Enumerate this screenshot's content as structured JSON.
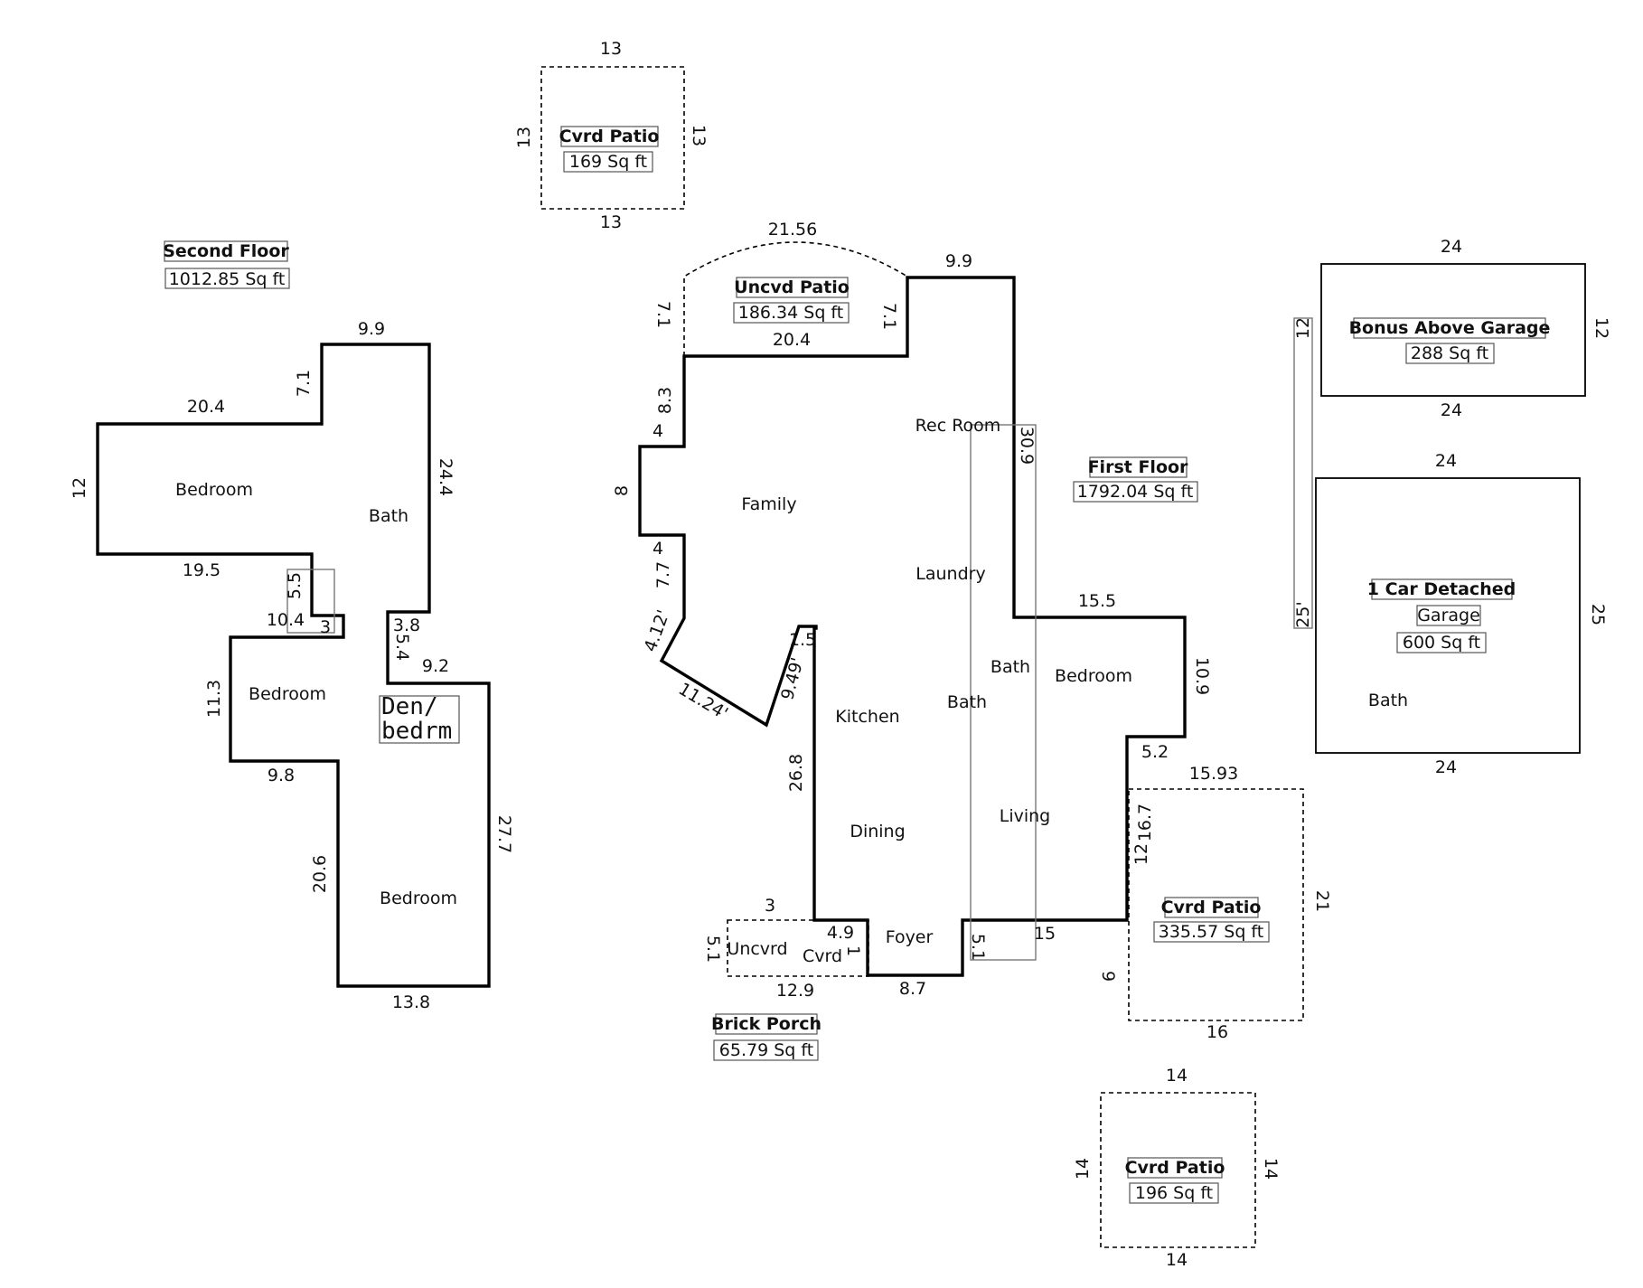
{
  "second_floor": {
    "title": "Second Floor",
    "area": "1012.85 Sq ft",
    "rooms": [
      "Bedroom",
      "Bath",
      "Bedroom",
      "Den/",
      "bedrm",
      "Bedroom"
    ],
    "dims": [
      "9.9",
      "7.1",
      "20.4",
      "12",
      "24.4",
      "19.5",
      "5.5",
      "10.4",
      "3",
      "3.8",
      "5.4",
      "9.2",
      "11.3",
      "9.8",
      "20.6",
      "27.7",
      "13.8"
    ]
  },
  "cvrd_patio_top": {
    "title": "Cvrd Patio",
    "area": "169 Sq ft",
    "dims": [
      "13",
      "13",
      "13",
      "13"
    ]
  },
  "uncvd_patio": {
    "title": "Uncvd Patio",
    "area": "186.34 Sq ft",
    "dims": [
      "21.56",
      "7.1",
      "7.1",
      "20.4",
      "9.9"
    ]
  },
  "first_floor": {
    "title": "First Floor",
    "area": "1792.04 Sq ft",
    "rooms": [
      "Rec Room",
      "Family",
      "Laundry",
      "Bath",
      "Bath",
      "Bedroom",
      "Kitchen",
      "Dining",
      "Living",
      "Foyer",
      "Uncvrd",
      "Cvrd"
    ],
    "dims": [
      "30.9",
      "8.3",
      "4",
      "8",
      "4",
      "7.7",
      "4.12'",
      "11.24'",
      "1.5",
      "9.49'",
      "26.8",
      "15.5",
      "10.9",
      "5.2",
      "12",
      "16.7",
      "3",
      "5.1",
      "4.9",
      "1",
      "5.1",
      "15",
      "12.9",
      "8.7"
    ]
  },
  "brick_porch": {
    "title": "Brick Porch",
    "area": "65.79 Sq ft"
  },
  "cvrd_patio_right": {
    "title": "Cvrd Patio",
    "area": "335.57 Sq ft",
    "dims": [
      "15.93",
      "21",
      "16",
      "9"
    ]
  },
  "cvrd_patio_bottom": {
    "title": "Cvrd Patio",
    "area": "196 Sq ft",
    "dims": [
      "14",
      "14",
      "14",
      "14"
    ]
  },
  "bonus": {
    "title": "Bonus Above Garage",
    "area": "288 Sq ft",
    "dims": [
      "24",
      "12",
      "24",
      "12"
    ]
  },
  "garage": {
    "title": "1 Car Detached",
    "subtitle": "Garage",
    "area": "600 Sq ft",
    "room": "Bath",
    "dims": [
      "24",
      "25",
      "24",
      "25'",
      "12"
    ]
  }
}
